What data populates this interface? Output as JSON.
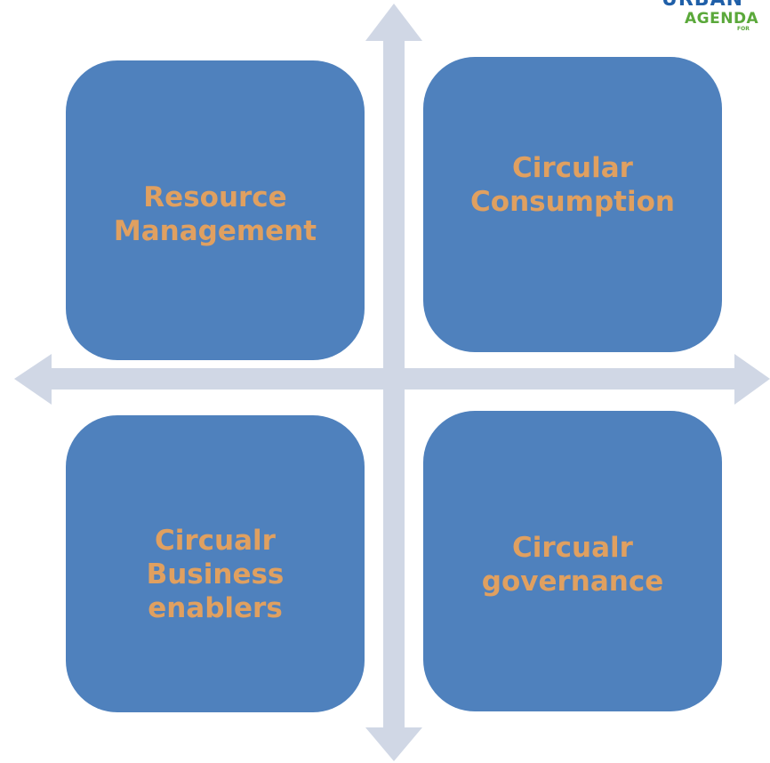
{
  "colors": {
    "tile_fill": "#4f81bd",
    "tile_text": "#e0a060",
    "arrow": "#d0d7e5",
    "logo_blue": "#1f5fa8",
    "logo_green": "#5aa83a"
  },
  "quadrants": {
    "top_left": {
      "lines": [
        "Resource",
        "Management"
      ]
    },
    "top_right": {
      "lines": [
        "Circular",
        "Consumption"
      ]
    },
    "bottom_left": {
      "lines": [
        "Circualr",
        "Business",
        "enablers"
      ]
    },
    "bottom_right": {
      "lines": [
        "Circualr",
        "governance"
      ]
    }
  },
  "logo": {
    "line1": "URBAN",
    "line2": "AGENDA",
    "line3": "FOR"
  },
  "arrows": {
    "icon": "four-way-arrow-cross"
  }
}
